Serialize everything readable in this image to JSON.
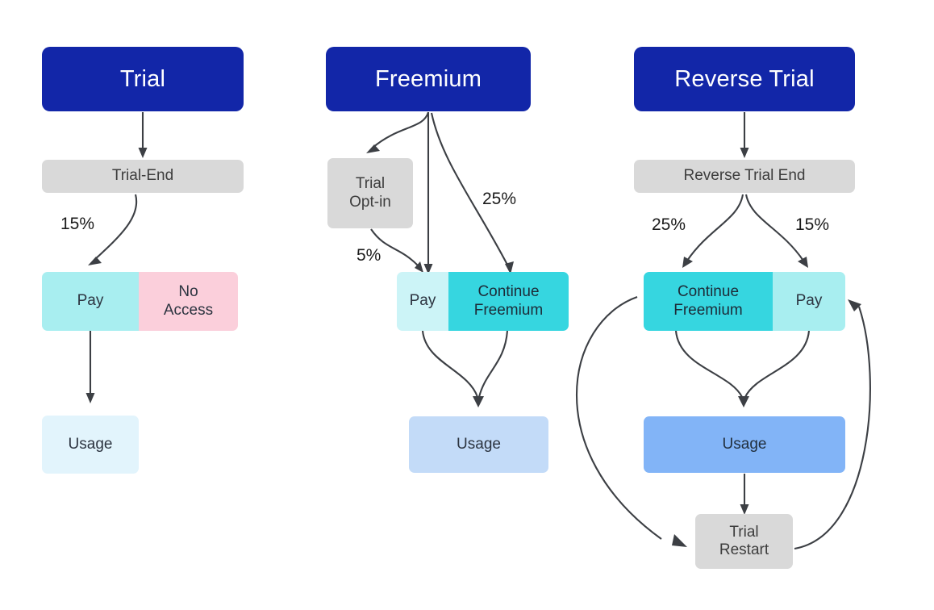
{
  "diagram": {
    "title_columns": [
      "Trial",
      "Freemium",
      "Reverse Trial"
    ],
    "colors": {
      "header": "#1226a8",
      "stage_gray": "#d9d9d9",
      "pay_cyan": "#a8eef0",
      "pay_light": "#ccf4f7",
      "no_access_pink": "#fbcfdb",
      "continue_teal": "#36d6e0",
      "usage_light": "#e2f4fc",
      "usage_mid": "#c3dbf8",
      "usage_strong": "#82b4f7",
      "arrow": "#3c3f44"
    }
  },
  "columns": [
    {
      "id": "trial",
      "header": "Trial",
      "nodes": {
        "stage": "Trial-End",
        "pay": "Pay",
        "no_access": "No\nAccess",
        "usage": "Usage"
      },
      "edge_labels": [
        "15%"
      ]
    },
    {
      "id": "freemium",
      "header": "Freemium",
      "nodes": {
        "trial_optin": "Trial\nOpt-in",
        "pay": "Pay",
        "continue": "Continue\nFreemium",
        "usage": "Usage"
      },
      "edge_labels": [
        "25%",
        "5%"
      ]
    },
    {
      "id": "reverse-trial",
      "header": "Reverse Trial",
      "nodes": {
        "stage": "Reverse Trial End",
        "continue": "Continue\nFreemium",
        "pay": "Pay",
        "usage": "Usage",
        "restart": "Trial\nRestart"
      },
      "edge_labels": [
        "25%",
        "15%"
      ]
    }
  ],
  "labels": {
    "c1_15": "15%",
    "c2_25": "25%",
    "c2_5": "5%",
    "c3_25": "25%",
    "c3_15": "15%"
  }
}
